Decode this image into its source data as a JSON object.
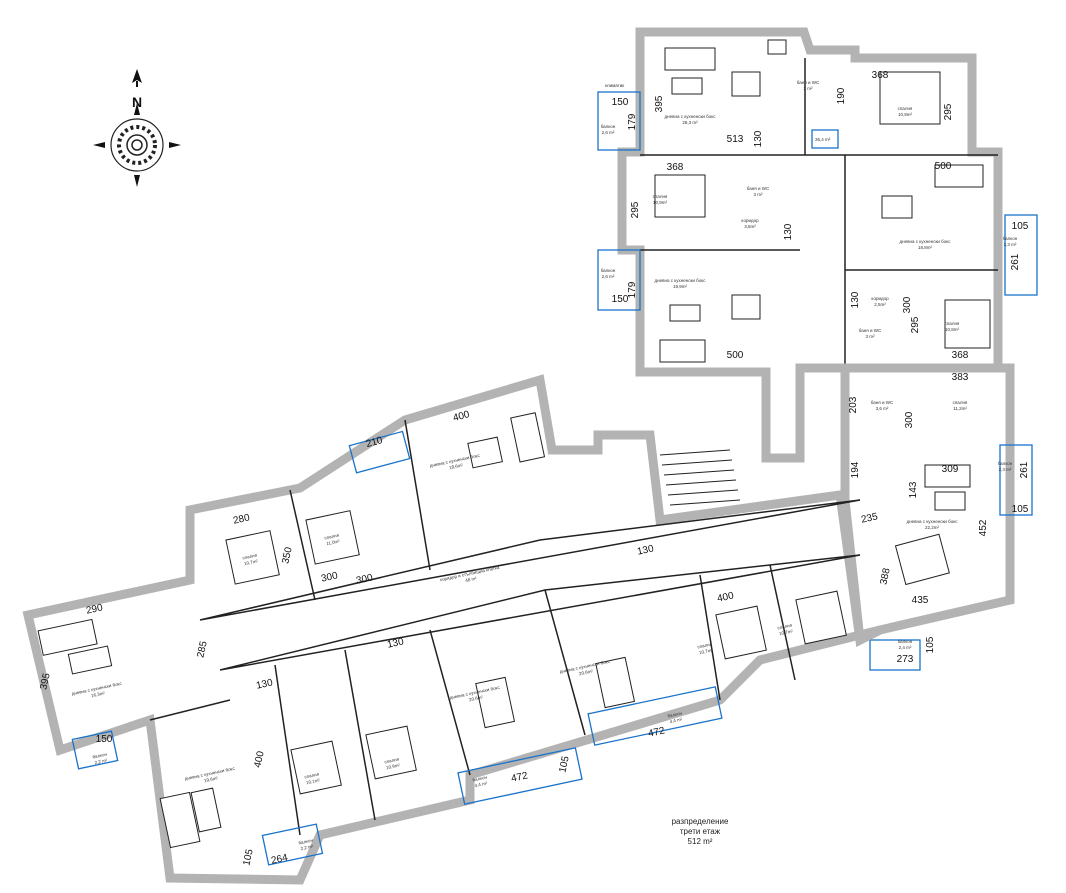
{
  "compass": {
    "north_label": "N",
    "icon": "compass-rose-icon"
  },
  "caption": {
    "line1": "разпределение",
    "line2": "трети етаж",
    "line3": "512 m²"
  },
  "colors": {
    "wall": "#b3b3b3",
    "line": "#222222",
    "accent": "#1a73c9"
  },
  "rooms": [
    {
      "name": "дневна с кухненски бокс",
      "area": "28,3 m²"
    },
    {
      "name": "баня и WC",
      "area": "3 m²"
    },
    {
      "name": "спалня",
      "area": "10,9m²"
    },
    {
      "name": "балкон",
      "area": "2,6 m²"
    },
    {
      "name": "спалня",
      "area": "10,9m²"
    },
    {
      "name": "баня и WC",
      "area": "3 m²"
    },
    {
      "name": "коридор",
      "area": "3,5m²"
    },
    {
      "name": "дневна с кухненски бокс",
      "area": "19,9m²"
    },
    {
      "name": "балкон",
      "area": "2,6 m²"
    },
    {
      "name": "дневна с кухненски бокс",
      "area": "18,8m²"
    },
    {
      "name": "балкон",
      "area": "2,3 m²"
    },
    {
      "name": "спалня",
      "area": "10,8m²"
    },
    {
      "name": "баня и WC",
      "area": "3 m²"
    },
    {
      "name": "коридор",
      "area": "2,5m²"
    },
    {
      "name": "спалня",
      "area": "11,2m²"
    },
    {
      "name": "баня и WC",
      "area": "3,6 m²"
    },
    {
      "name": "дневна с кухненски бокс",
      "area": "22,2m²"
    },
    {
      "name": "балкон",
      "area": "2,3 m²"
    },
    {
      "name": "балкон",
      "area": "2,4 m²"
    },
    {
      "name": "коридор и стълбищна клетка",
      "area": "48 m²"
    },
    {
      "name": "дневна с кухненски бокс",
      "area": "18,6m²"
    },
    {
      "name": "спалня",
      "area": "10,7m²"
    },
    {
      "name": "спалня",
      "area": "11,0m²"
    },
    {
      "name": "дневна с кухненски бокс",
      "area": "16,3m²"
    },
    {
      "name": "балкон",
      "area": "2,2 m²"
    },
    {
      "name": "дневна с кухненски бокс",
      "area": "19,6m²"
    },
    {
      "name": "спалня",
      "area": "10,1m²"
    },
    {
      "name": "спалня",
      "area": "10,9m²"
    },
    {
      "name": "дневна с кухненски бокс",
      "area": "20,6m²"
    },
    {
      "name": "дневна с кухненски бокс",
      "area": "20,6m²"
    },
    {
      "name": "спалня",
      "area": "10,7m²"
    },
    {
      "name": "спалня",
      "area": "10,7m²"
    },
    {
      "name": "балкон",
      "area": "4,4 m²"
    },
    {
      "name": "балкон",
      "area": "4,4 m²"
    },
    {
      "name": "балкон",
      "area": "2,2 m²"
    }
  ],
  "ac_label": "климатик",
  "apartment_tag": "35,4 m²",
  "dimensions": [
    "395",
    "179",
    "150",
    "513",
    "368",
    "295",
    "190",
    "130",
    "368",
    "295",
    "130",
    "179",
    "150",
    "500",
    "300",
    "500",
    "105",
    "261",
    "130",
    "295",
    "368",
    "383",
    "203",
    "194",
    "300",
    "309",
    "143",
    "261",
    "105",
    "452",
    "235",
    "388",
    "435",
    "273",
    "105",
    "400",
    "210",
    "280",
    "350",
    "300",
    "290",
    "395",
    "285",
    "130",
    "150",
    "130",
    "400",
    "264",
    "105",
    "472",
    "472",
    "105",
    "130",
    "400",
    "300"
  ]
}
